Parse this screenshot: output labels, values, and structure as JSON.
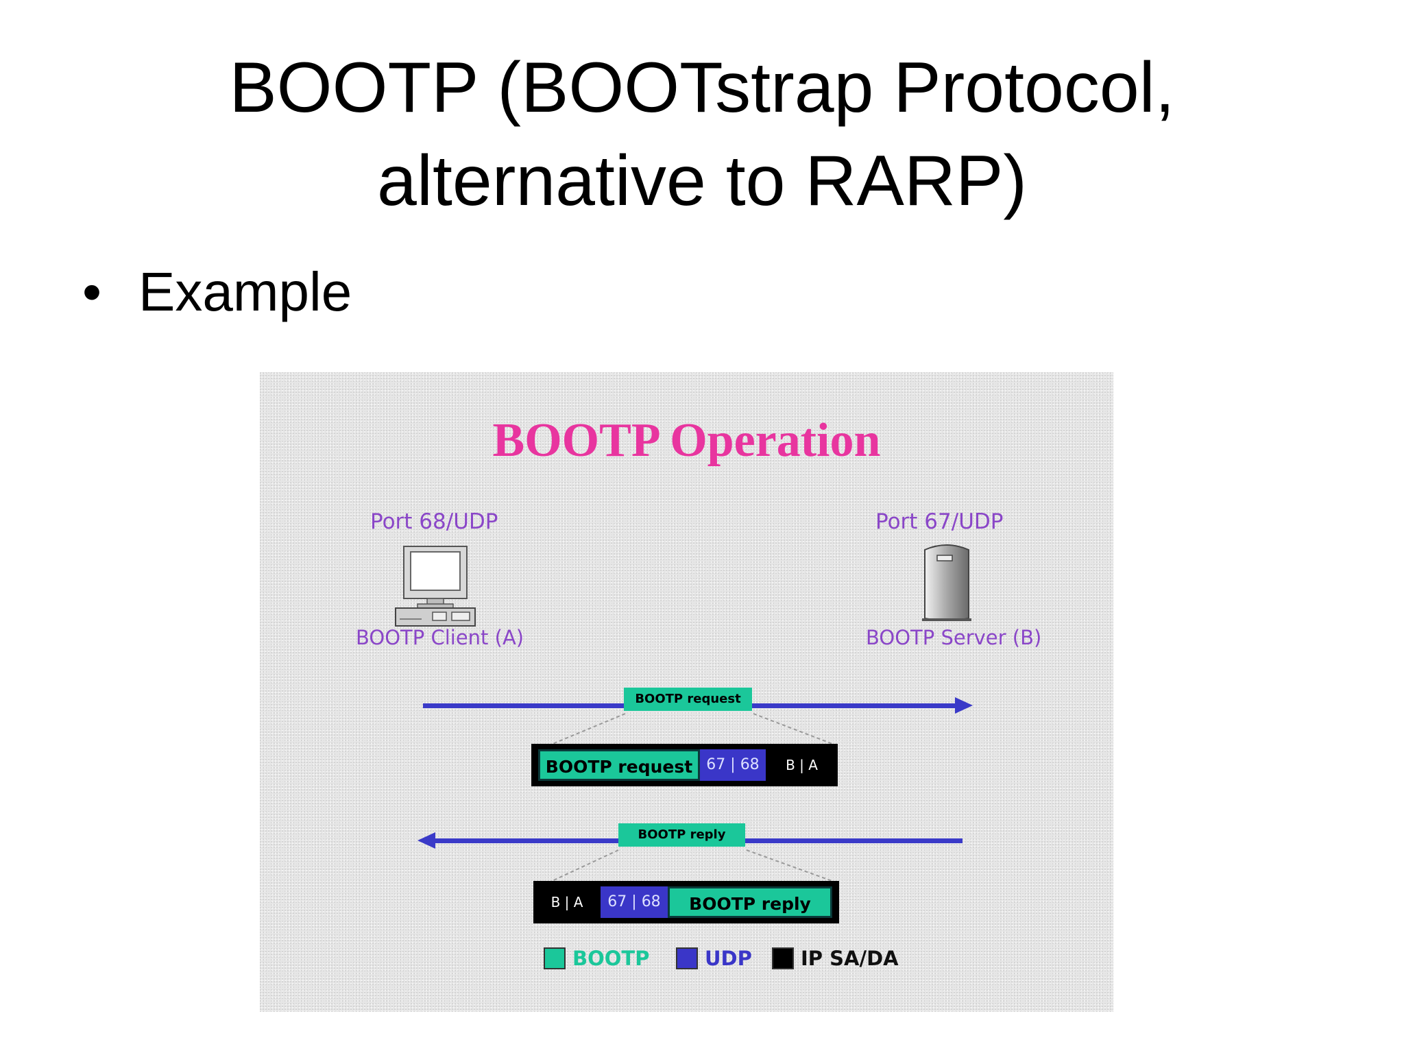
{
  "slide": {
    "title_line1": "BOOTP (BOOTstrap Protocol,",
    "title_line2": "alternative to RARP)",
    "bullet": "Example"
  },
  "figure": {
    "title": "BOOTP Operation",
    "client": {
      "port": "Port 68/UDP",
      "label": "BOOTP Client (A)",
      "icon": "desktop-computer-icon"
    },
    "server": {
      "port": "Port 67/UDP",
      "label": "BOOTP Server (B)",
      "icon": "server-tower-icon"
    },
    "request": {
      "arrow_tag": "BOOTP request",
      "direction": "client-to-server",
      "packet": {
        "bootp": "BOOTP request",
        "udp": "67 | 68",
        "ip": "B | A"
      }
    },
    "reply": {
      "arrow_tag": "BOOTP reply",
      "direction": "server-to-client",
      "packet": {
        "ip": "B | A",
        "udp": "67 | 68",
        "bootp": "BOOTP reply"
      }
    },
    "legend": [
      {
        "label": "BOOTP",
        "color": "#1bc79a"
      },
      {
        "label": "UDP",
        "color": "#3a36c8"
      },
      {
        "label": "IP SA/DA",
        "color": "#000000"
      }
    ],
    "colors": {
      "title": "#e8359f",
      "labels": "#8a46c8",
      "arrow": "#3a3ac8"
    }
  }
}
